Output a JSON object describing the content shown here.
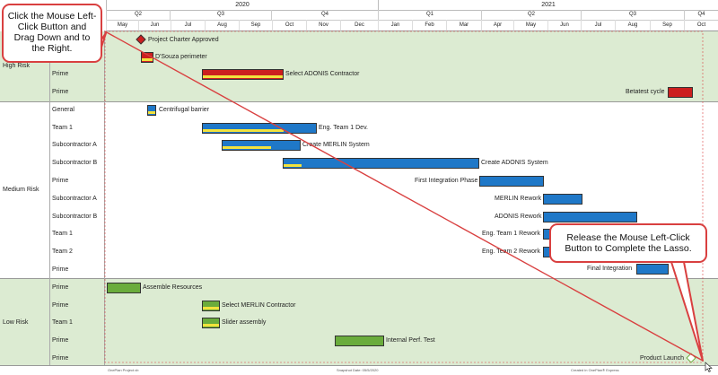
{
  "timescale": {
    "years": [
      "2020",
      "2021"
    ],
    "quarters": [
      "Q2",
      "Q3",
      "Q4",
      "Q1",
      "Q2",
      "Q3",
      "Q4"
    ],
    "months": [
      "May",
      "Jun",
      "Jul",
      "Aug",
      "Sep",
      "Oct",
      "Nov",
      "Dec",
      "Jan",
      "Feb",
      "Mar",
      "Apr",
      "May",
      "Jun",
      "Jul",
      "Aug",
      "Sep",
      "Oct"
    ]
  },
  "groups": {
    "high": "High Risk",
    "medium": "Medium Risk",
    "low": "Low Risk"
  },
  "rows": {
    "r1": "Prime",
    "r2": "Prime",
    "r3": "General",
    "r4": "Team 1",
    "r5": "Subcontractor A",
    "r6": "Subcontractor B",
    "r7": "Prime",
    "r8": "Subcontractor A",
    "r9": "Subcontractor B",
    "r10": "Team 1",
    "r11": "Team 2",
    "r12": "Prime",
    "r13": "Prime",
    "r14": "Prime",
    "r15": "Team 1",
    "r16": "Prime",
    "r17": "Prime"
  },
  "tasks": {
    "charter": "Project Charter Approved",
    "dsouza": "D'Souza perimeter",
    "adonis_contractor": "Select ADONIS Contractor",
    "betatest": "Betatest cycle",
    "centrifugal": "Centrifugal barrier",
    "team1dev": "Eng. Team 1 Dev.",
    "merlin_system": "Create MERLIN System",
    "adonis_system": "Create ADONIS System",
    "first_integration": "First Integration Phase",
    "merlin_rework": "MERLIN Rework",
    "adonis_rework": "ADONIS Rework",
    "team1_rework": "Eng. Team 1 Rework",
    "team2_rework": "Eng. Team 2 Rework",
    "final_integration": "Final Integration",
    "assemble": "Assemble Resources",
    "merlin_contractor": "Select MERLIN Contractor",
    "slider": "Slider assembly",
    "internal_perf": "Internal Perf. Test",
    "launch": "Product Launch"
  },
  "footer": {
    "left": "OnePlan Project.vb",
    "center": "Snapshot Date: 05/5/2020",
    "right": "Created in OnePlan® Express"
  },
  "callouts": {
    "start": "Click the Mouse Left-Click Button and Drag Down and to the Right.",
    "end": "Release the Mouse Left-Click Button to Complete the Lasso."
  },
  "colors": {
    "red": "#cc1f1f",
    "blue": "#1f78c8",
    "green": "#6aac3c",
    "progress": "#f2e23c",
    "band": "#dcebd2",
    "annotation": "#d94040"
  }
}
